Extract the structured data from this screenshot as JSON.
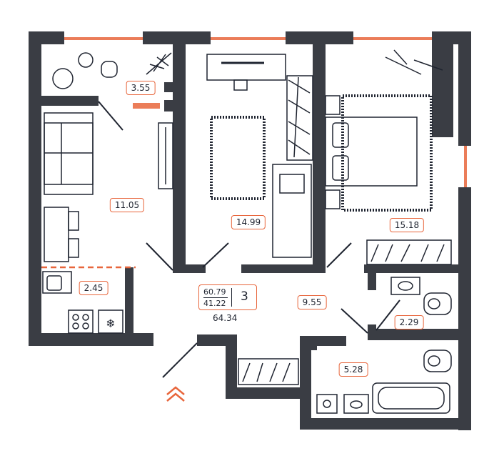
{
  "plan": {
    "rooms_count": "3",
    "living_area": "60.79",
    "kitchen_area": "41.22",
    "total_area": "64.34",
    "areas": {
      "balcony": "3.55",
      "living_room": "11.05",
      "bedroom_1": "14.99",
      "bedroom_2": "15.18",
      "kitchen": "2.45",
      "hall": "9.55",
      "wc": "2.29",
      "bathroom": "5.28"
    }
  },
  "colors": {
    "wall": "#3a3d44",
    "accent": "#E8663C",
    "line": "#1f2430"
  },
  "icons": [
    "entrance-chevron-icon",
    "snowflake-icon",
    "plant-icon"
  ]
}
